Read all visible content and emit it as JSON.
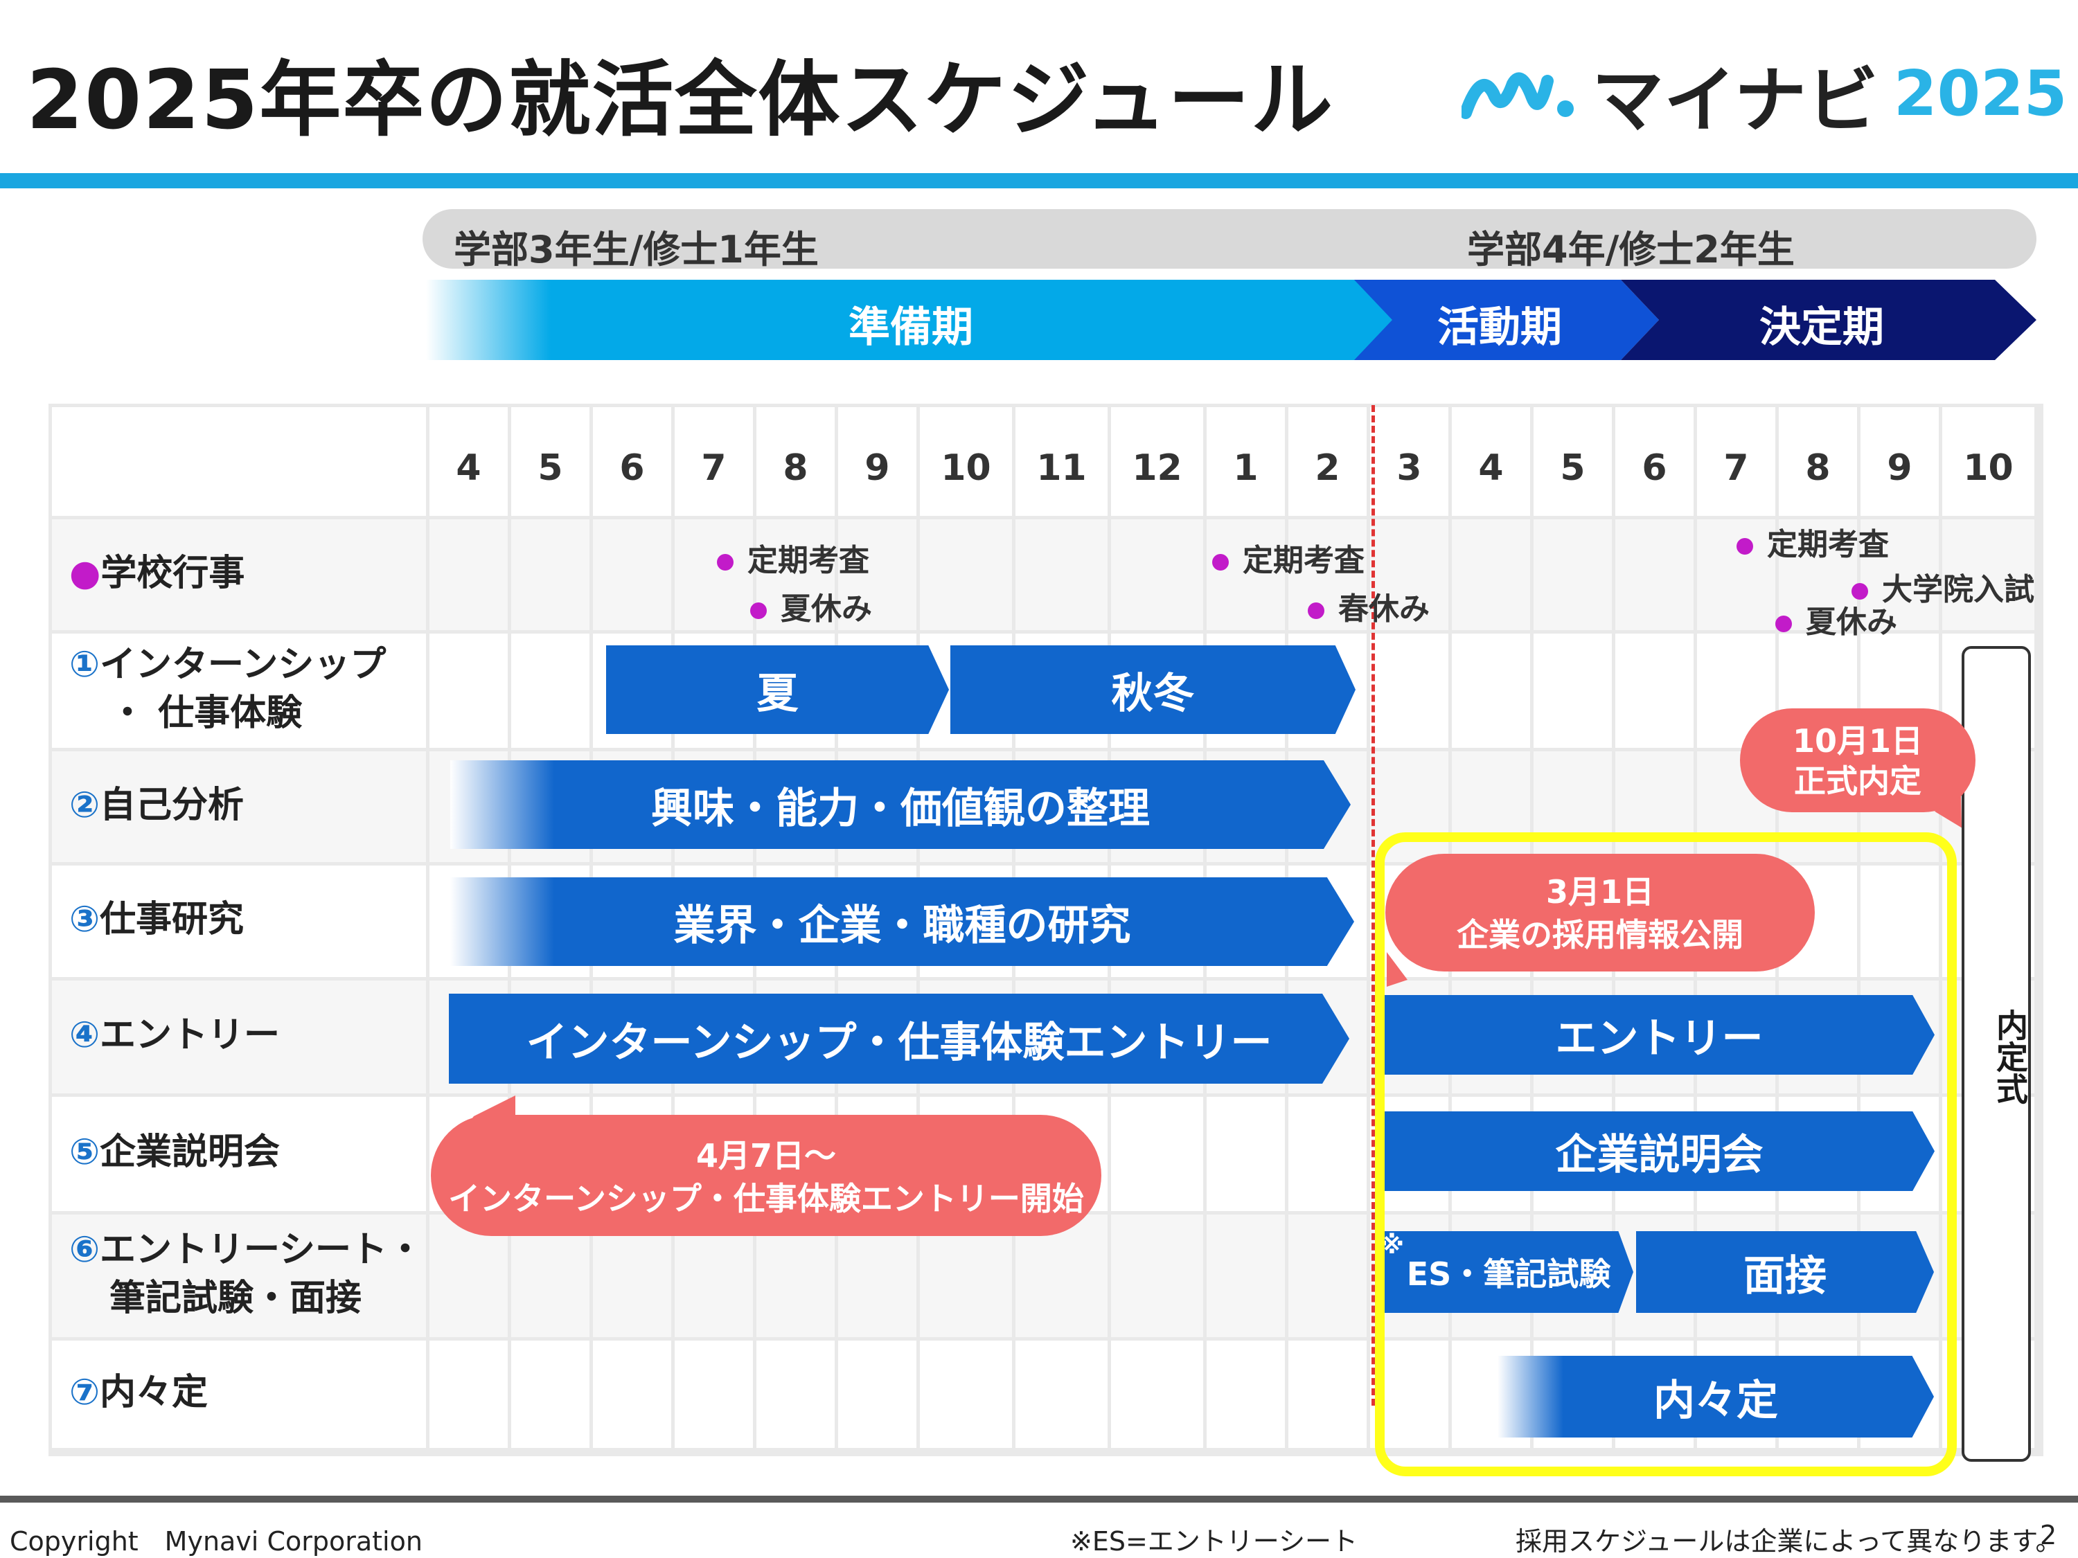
{
  "title": "2025年卒の就活全体スケジュール",
  "logo": {
    "name": "マイナビ",
    "year": "2025"
  },
  "grades": {
    "left": "学部3年生/修士1年生",
    "right": "学部4年/修士2年生"
  },
  "phases": [
    "準備期",
    "活動期",
    "決定期"
  ],
  "months": [
    "4",
    "5",
    "6",
    "7",
    "8",
    "9",
    "10",
    "11",
    "12",
    "1",
    "2",
    "3",
    "4",
    "5",
    "6",
    "7",
    "8",
    "9",
    "10"
  ],
  "rows": [
    {
      "num": "●",
      "label": "学校行事"
    },
    {
      "num": "①",
      "label": "インターンシップ",
      "label2": "・ 仕事体験"
    },
    {
      "num": "②",
      "label": "自己分析"
    },
    {
      "num": "③",
      "label": "仕事研究"
    },
    {
      "num": "④",
      "label": "エントリー"
    },
    {
      "num": "⑤",
      "label": "企業説明会"
    },
    {
      "num": "⑥",
      "label": "エントリーシート・",
      "label2": "筆記試験・面接"
    },
    {
      "num": "⑦",
      "label": "内々定"
    }
  ],
  "events": {
    "e1": "定期考査",
    "e2": "夏休み",
    "e3": "定期考査",
    "e4": "春休み",
    "e5": "定期考査",
    "e6": "大学院入試",
    "e7": "夏休み"
  },
  "bars": {
    "summer": "夏",
    "autumn": "秋冬",
    "self": "興味・能力・価値観の整理",
    "research": "業界・企業・職種の研究",
    "entry_intern": "インターンシップ・仕事体験エントリー",
    "entry": "エントリー",
    "briefing": "企業説明会",
    "es": "ES・筆記試験",
    "interview": "面接",
    "naitei": "内々定",
    "ceremony": "内定式",
    "asterisk": "※"
  },
  "bubbles": {
    "b1_line1": "10月1日",
    "b1_line2": "正式内定",
    "b2_line1": "3月1日",
    "b2_line2": "企業の採用情報公開",
    "b3_line1": "4月7日～",
    "b3_line2": "インターンシップ・仕事体験エントリー開始"
  },
  "footer": {
    "copyright": "Copyright　Mynavi Corporation",
    "note": "※ES=エントリーシート",
    "disclaimer": "採用スケジュールは企業によって異なります。",
    "page": "2"
  },
  "colors": {
    "accent": "#1aa6e0",
    "bar_blue": "#1166cc",
    "bubble": "#f26a6a",
    "highlight": "#ffff1a",
    "event_dot": "#c21bc9",
    "phase_dark": "#0a1670"
  }
}
